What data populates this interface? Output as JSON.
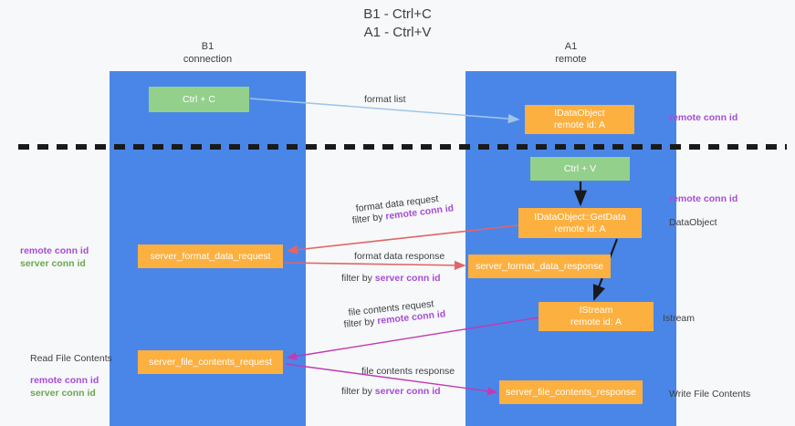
{
  "title": {
    "line1": "B1 - Ctrl+C",
    "line2": "A1 - Ctrl+V"
  },
  "lanes": [
    {
      "name": "B1",
      "role": "connection"
    },
    {
      "name": "A1",
      "role": "remote"
    }
  ],
  "boxes": {
    "ctrl_c": "Ctrl + C",
    "ctrl_v": "Ctrl + V",
    "dataobject_top_line1": "IDataObject",
    "dataobject_top_line2": "remote id: A",
    "getdata_line1": "IDataObject::GetData",
    "getdata_line2": "remote id: A",
    "istream_line1": "IStream",
    "istream_line2": "remote id: A",
    "server_format_data_request": "server_format_data_request",
    "server_format_data_response": "server_format_data_response",
    "server_file_contents_request": "server_file_contents_request",
    "server_file_contents_response": "server_file_contents_response"
  },
  "arrow_labels": {
    "format_list": "format list",
    "format_data_request": "format data request",
    "format_data_request_filter_prefix": "filter by ",
    "format_data_request_filter_key": "remote conn id",
    "format_data_response": "format data response",
    "format_data_response_filter_prefix": "filter by ",
    "format_data_response_filter_key": "server conn id",
    "file_contents_request": "file contents request",
    "file_contents_request_filter_prefix": "filter by ",
    "file_contents_request_filter_key": "remote conn id",
    "file_contents_response": "file contents response",
    "file_contents_response_filter_prefix": "filter by ",
    "file_contents_response_filter_key": "server conn id"
  },
  "side_notes": {
    "right_remote_conn_id_top": "remote conn id",
    "right_remote_conn_id_mid": "remote conn id",
    "right_dataobject": "DataObject",
    "right_istream": "Istream",
    "right_write_file_contents": "Write File Contents",
    "left_remote_conn_id": "remote conn id",
    "left_server_conn_id": "server conn id",
    "left_read_file_contents": "Read File Contents",
    "left_remote_conn_id_2": "remote conn id",
    "left_server_conn_id_2": "server conn id"
  },
  "colors": {
    "lane": "#4a86e8",
    "box_green": "#93d08b",
    "box_orange": "#fcb040",
    "arrow_blue": "#9fc5e8",
    "arrow_red": "#e06666",
    "arrow_magenta": "#c239b3",
    "arrow_black": "#1a1a1a",
    "key_purple": "#a64dd6",
    "key_green": "#6aa84f",
    "divider": "#1a1a1a",
    "background": "#f7f8f9"
  }
}
